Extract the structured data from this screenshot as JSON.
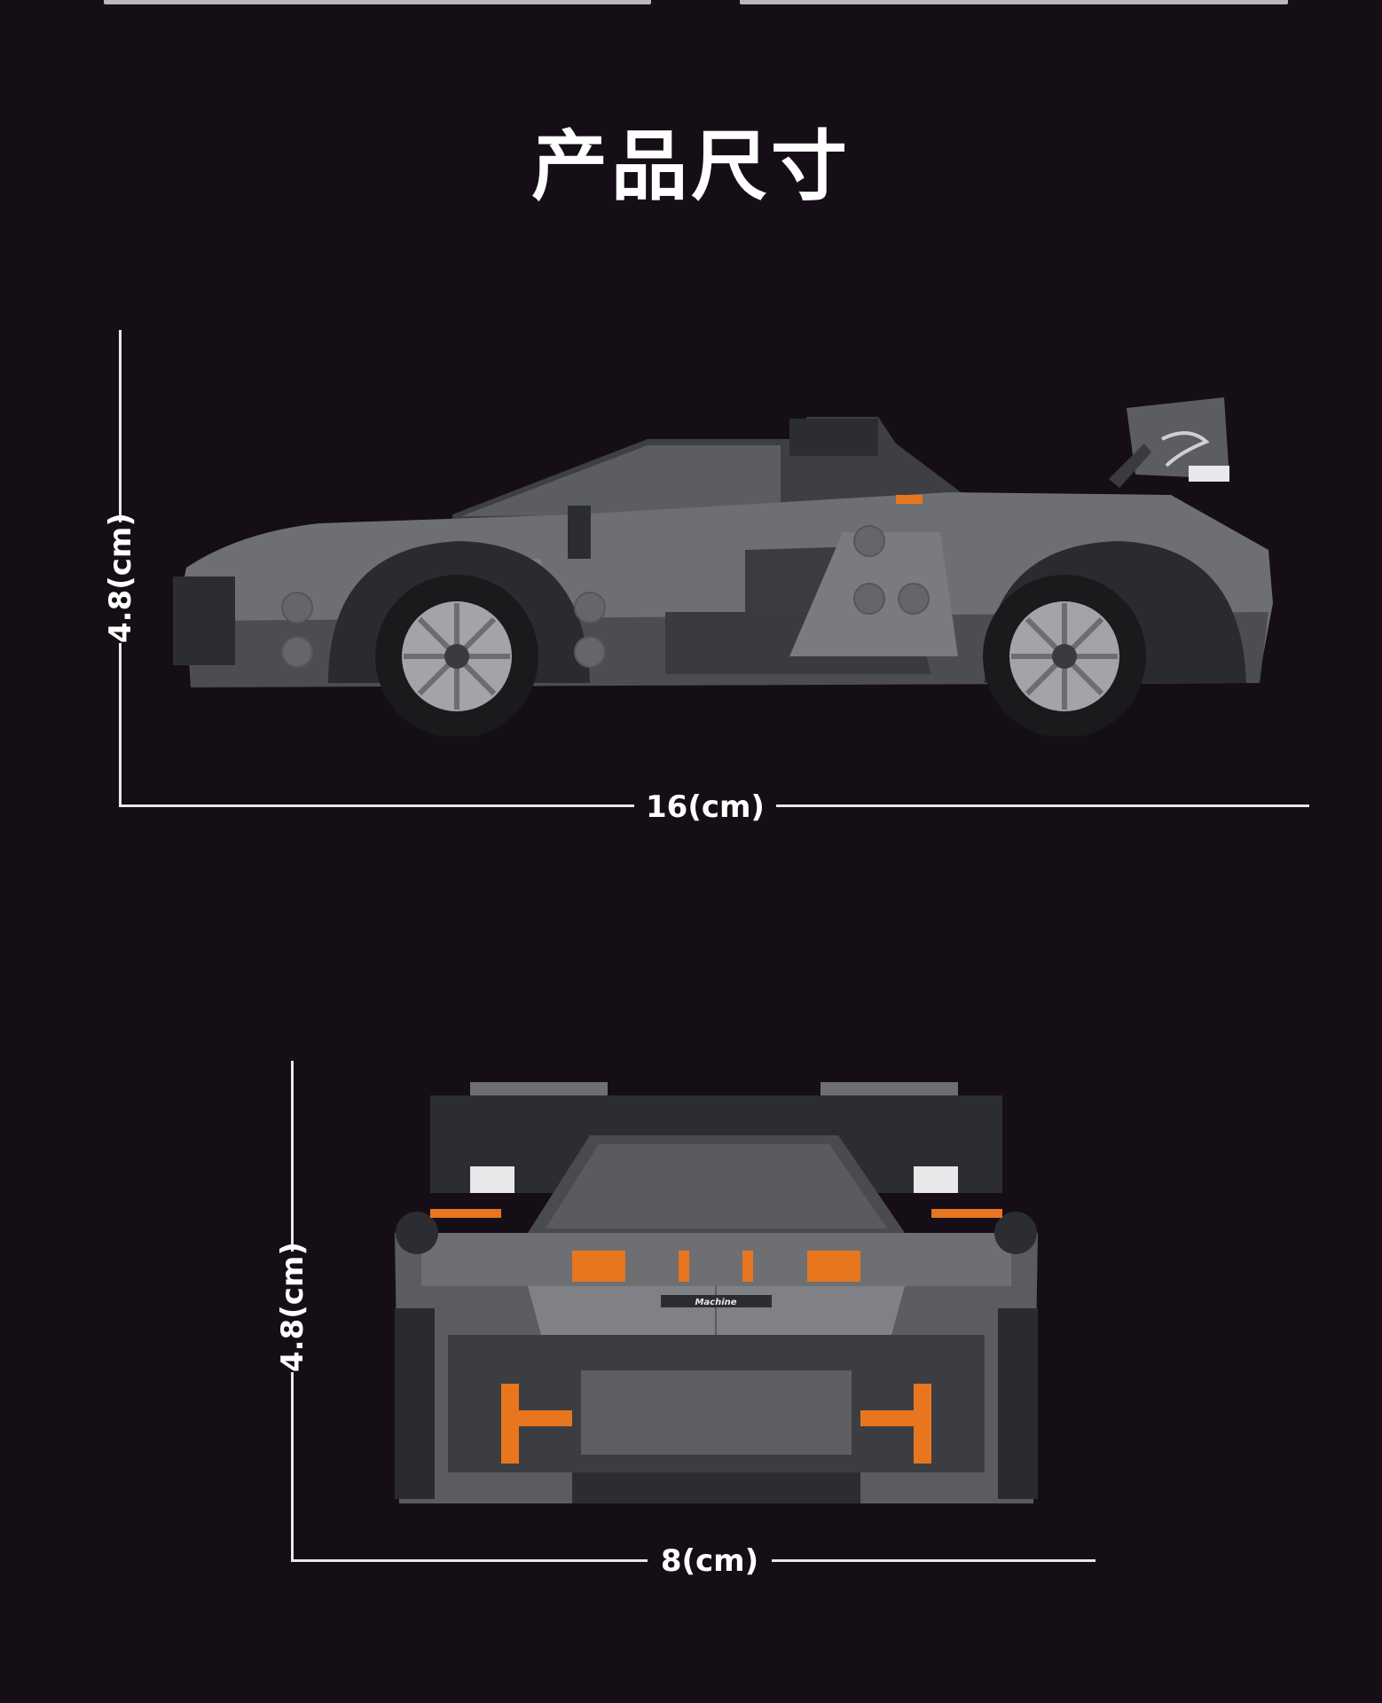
{
  "page": {
    "title": "产品尺寸",
    "background": "#160e16",
    "accent_orange": "#e8761e",
    "body_gray": "#6e6f73"
  },
  "side_view": {
    "height_label": "4.8(cm)",
    "length_label": "16(cm)",
    "image": "car-side-view"
  },
  "front_view": {
    "height_label": "4.8(cm)",
    "width_label": "8(cm)",
    "badge_text": "Machine",
    "image": "car-front-view"
  }
}
